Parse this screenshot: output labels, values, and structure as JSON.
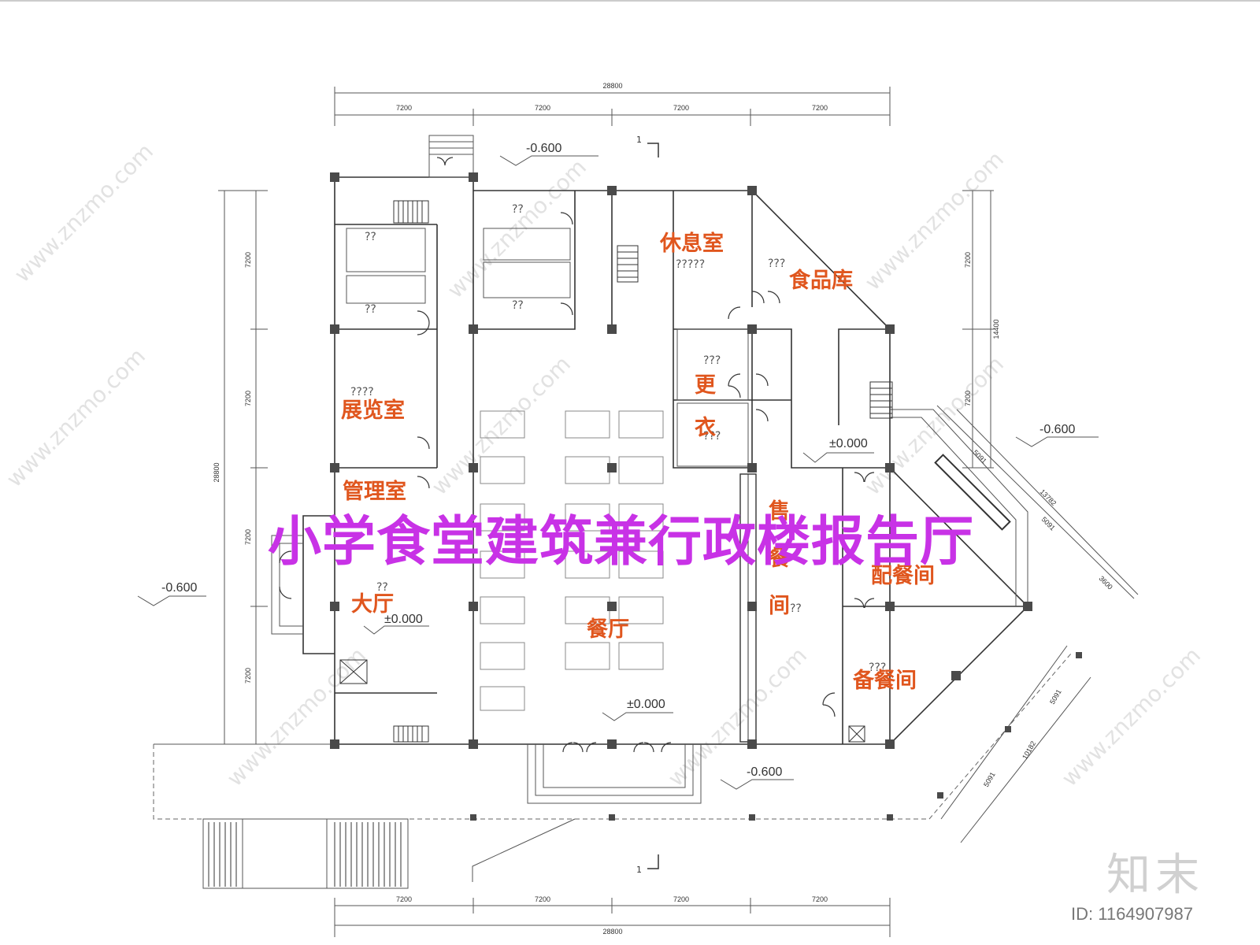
{
  "banner": "小学食堂建筑兼行政楼报告厅",
  "dimensions": {
    "top_total": "28800",
    "top_spans": [
      "7200",
      "7200",
      "7200",
      "7200"
    ],
    "bottom_total": "28800",
    "bottom_spans": [
      "7200",
      "7200",
      "7200",
      "7200"
    ],
    "left_total": "28800",
    "left_spans": [
      "7200",
      "7200",
      "7200",
      "7200"
    ],
    "right_total": "14400",
    "right_spans": [
      "7200",
      "7200"
    ],
    "diag_upper": [
      "5091",
      "13782",
      "5091",
      "3600"
    ],
    "diag_lower": [
      "5091",
      "10182",
      "5091"
    ]
  },
  "levels": {
    "top": "-0.600",
    "right": "-0.600",
    "left": "-0.600",
    "bottom": "-0.600",
    "hall": "±0.000",
    "dining": "±0.000",
    "rear": "±0.000"
  },
  "section_marks": [
    "1",
    "1"
  ],
  "rooms": {
    "lounge": "休息室",
    "food_store": "食品库",
    "exhibition": "展览室",
    "management": "管理室",
    "lobby": "大厅",
    "dining": "餐厅",
    "change_1": "更",
    "change_2": "衣",
    "serving_1": "售",
    "serving_2": "餐",
    "serving_3": "间",
    "distribution": "配餐间",
    "preparation": "备餐间"
  },
  "placeholders": {
    "q2": "??",
    "q3": "???",
    "q4": "????",
    "q5": "?????"
  },
  "watermark": {
    "site": "www.znzmo.com",
    "logo": "知末",
    "id": "ID: 1164907987"
  }
}
